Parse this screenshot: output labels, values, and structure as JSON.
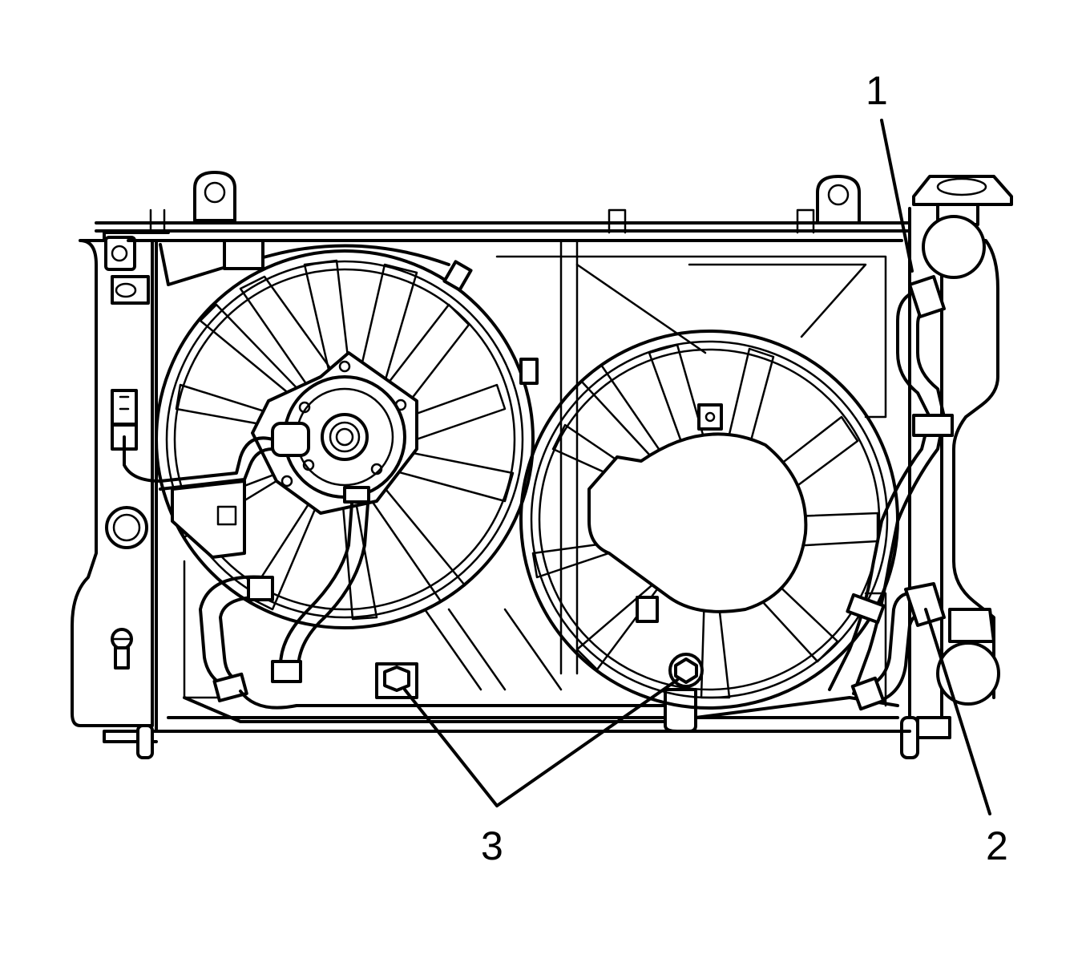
{
  "callouts": [
    {
      "id": "1",
      "label": "1"
    },
    {
      "id": "2",
      "label": "2"
    },
    {
      "id": "3",
      "label": "3"
    }
  ],
  "colors": {
    "stroke": "#000000",
    "background": "#ffffff"
  }
}
